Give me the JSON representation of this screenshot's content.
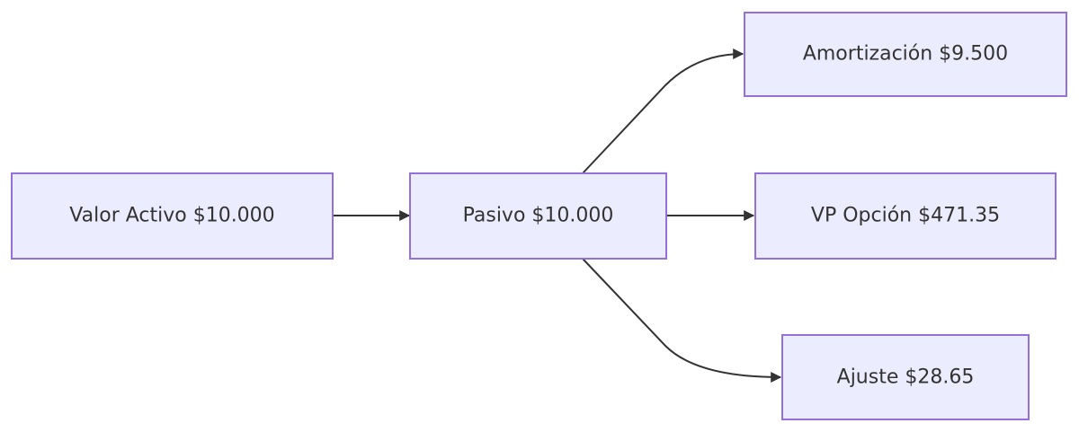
{
  "diagram": {
    "type": "flowchart",
    "direction": "LR",
    "colors": {
      "node_fill": "#ECECFF",
      "node_stroke": "#9370DB",
      "text": "#333333",
      "edge": "#333333"
    },
    "nodes": [
      {
        "id": "A",
        "label": "Valor Activo $10.000"
      },
      {
        "id": "B",
        "label": "Pasivo $10.000"
      },
      {
        "id": "C",
        "label": "Amortización $9.500"
      },
      {
        "id": "D",
        "label": "VP Opción $471.35"
      },
      {
        "id": "E",
        "label": "Ajuste $28.65"
      }
    ],
    "edges": [
      {
        "from": "A",
        "to": "B"
      },
      {
        "from": "B",
        "to": "C"
      },
      {
        "from": "B",
        "to": "D"
      },
      {
        "from": "B",
        "to": "E"
      }
    ]
  }
}
